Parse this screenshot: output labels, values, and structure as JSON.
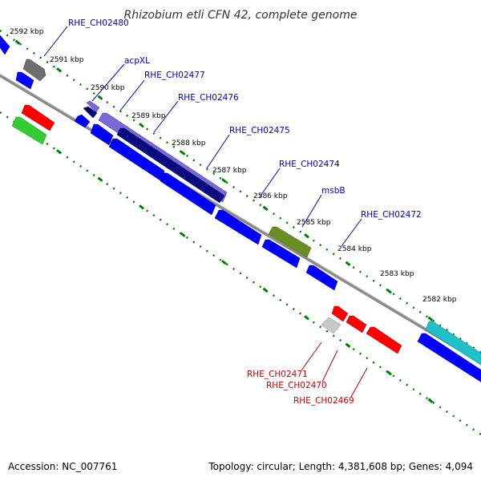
{
  "title": "Rhizobium etli CFN 42, complete genome",
  "footer": {
    "accession": "Accession: NC_007761",
    "summary": "Topology: circular; Length: 4,381,608 bp; Genes: 4,094"
  },
  "colors": {
    "backbone": "#808080",
    "tick_mark": "#008000",
    "gene_label_forward": "#0000cc",
    "gene_label_reverse": "#cc0000",
    "cds": "#0000ff",
    "dark_cds": "#00007a",
    "purple_cds": "#7b68d8",
    "olive_cds": "#6b8e23",
    "gray_cds": "#696969",
    "light_gray_cds": "#c8c8c8",
    "red_cds": "#ff0000",
    "green_cds": "#32cd32",
    "cyan_cds": "#20c0c8"
  },
  "ticks": [
    {
      "label": "2592 kbp"
    },
    {
      "label": "2591 kbp"
    },
    {
      "label": "2590 kbp"
    },
    {
      "label": "2589 kbp"
    },
    {
      "label": "2588 kbp"
    },
    {
      "label": "2587 kbp"
    },
    {
      "label": "2586 kbp"
    },
    {
      "label": "2585 kbp"
    },
    {
      "label": "2584 kbp"
    },
    {
      "label": "2583 kbp"
    },
    {
      "label": "2582 kbp"
    }
  ],
  "gene_labels": [
    {
      "name": "RHE_CH02480",
      "strand": "forward"
    },
    {
      "name": "acpXL",
      "strand": "forward"
    },
    {
      "name": "RHE_CH02477",
      "strand": "forward"
    },
    {
      "name": "RHE_CH02476",
      "strand": "forward"
    },
    {
      "name": "RHE_CH02475",
      "strand": "forward"
    },
    {
      "name": "RHE_CH02474",
      "strand": "forward"
    },
    {
      "name": "msbB",
      "strand": "forward"
    },
    {
      "name": "RHE_CH02472",
      "strand": "forward"
    },
    {
      "name": "RHE_CH02471",
      "strand": "reverse"
    },
    {
      "name": "RHE_CH02470",
      "strand": "reverse"
    },
    {
      "name": "RHE_CH02469",
      "strand": "reverse"
    }
  ]
}
